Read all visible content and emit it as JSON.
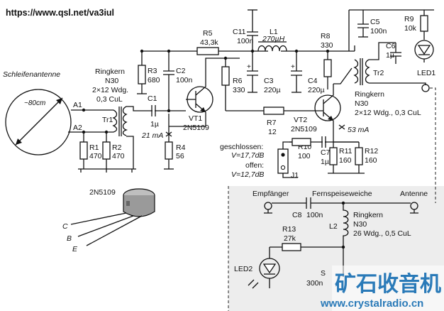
{
  "url": "https://www.qsl.net/va3iul",
  "loop_antenna": {
    "title": "Schleifenantenne",
    "diameter": "~80cm"
  },
  "nodes": {
    "a1": "A1",
    "a2": "A2"
  },
  "ringkern1": {
    "title": "Ringkern",
    "core": "N30",
    "winding": "2×12 Wdg.",
    "wire": "0,3 CuL"
  },
  "tr1": "Tr1",
  "r1": {
    "ref": "R1",
    "val": "470"
  },
  "r2": {
    "ref": "R2",
    "val": "470"
  },
  "r3": {
    "ref": "R3",
    "val": "680"
  },
  "c2": {
    "ref": "C2",
    "val": "100n"
  },
  "c1": {
    "ref": "C1",
    "val": "1µ"
  },
  "current1": "21 mA",
  "r4": {
    "ref": "R4",
    "val": "56"
  },
  "vt1": {
    "ref": "VT1",
    "type": "2N5109"
  },
  "r5": {
    "ref": "R5",
    "val": "43,3k"
  },
  "r6": {
    "ref": "R6",
    "val": "330"
  },
  "c11": {
    "ref": "C11",
    "val": "100n"
  },
  "l1": {
    "ref": "L1",
    "val": "270µH"
  },
  "c3": {
    "ref": "C3",
    "val": "220µ"
  },
  "c4": {
    "ref": "C4",
    "val": "220µ"
  },
  "r7": {
    "ref": "R7",
    "val": "12"
  },
  "r8": {
    "ref": "R8",
    "val": "330"
  },
  "c5": {
    "ref": "C5",
    "val": "100n"
  },
  "r9": {
    "ref": "R9",
    "val": "10k"
  },
  "c6": {
    "ref": "C6",
    "val": "1µ"
  },
  "led1": "LED1",
  "tr2": "Tr2",
  "ringkern2": {
    "title": "Ringkern",
    "core": "N30",
    "winding": "2×12 Wdg., 0,3 CuL"
  },
  "vt2": {
    "ref": "VT2",
    "type": "2N5109"
  },
  "current2": "53 mA",
  "r10": {
    "ref": "R10",
    "val": "100"
  },
  "c7": {
    "ref": "C7",
    "val": "1µ"
  },
  "r11": {
    "ref": "R11",
    "val": "160"
  },
  "r12": {
    "ref": "R12",
    "val": "160"
  },
  "jumper": {
    "closed": "geschlossen:",
    "closed_gain": "V=17,7dB",
    "open": "offen:",
    "open_gain": "V=12,7dB",
    "ref": "J1"
  },
  "transistor_pkg": "2N5109",
  "pins": {
    "c": "C",
    "b": "B",
    "e": "E"
  },
  "feed": {
    "receiver": "Empfänger",
    "title": "Fernspeiseweiche",
    "antenna": "Antenne"
  },
  "c8": {
    "ref": "C8",
    "val": "100n"
  },
  "l2": {
    "ref": "L2",
    "core_title": "Ringkern",
    "core": "N30",
    "winding": "26 Wdg., 0,5 CuL"
  },
  "r13": {
    "ref": "R13",
    "val": "27k"
  },
  "led2": "LED2",
  "partial": {
    "val": "300n",
    "ref": "S"
  },
  "watermark": {
    "cn": "矿石收音机",
    "url": "www.crystalradio.cn"
  }
}
